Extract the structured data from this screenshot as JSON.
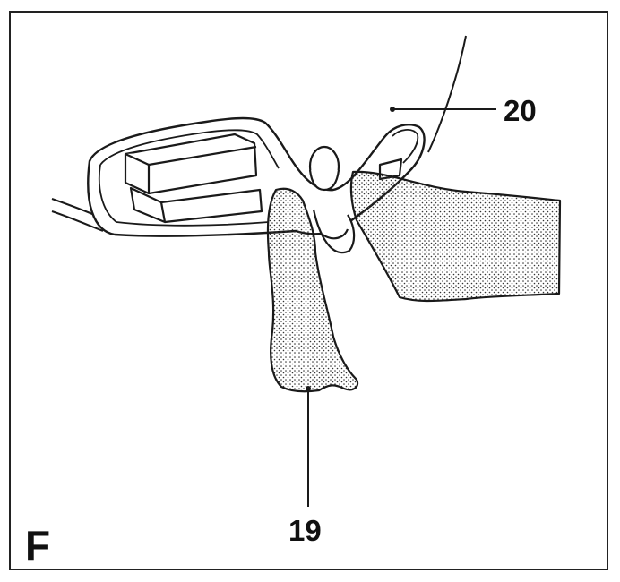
{
  "figure": {
    "panel_letter": "F",
    "callouts": {
      "part_20": "20",
      "part_19": "19"
    },
    "colors": {
      "line": "#1a1a1a",
      "fabric_dots": "#333333",
      "background": "#ffffff"
    }
  }
}
